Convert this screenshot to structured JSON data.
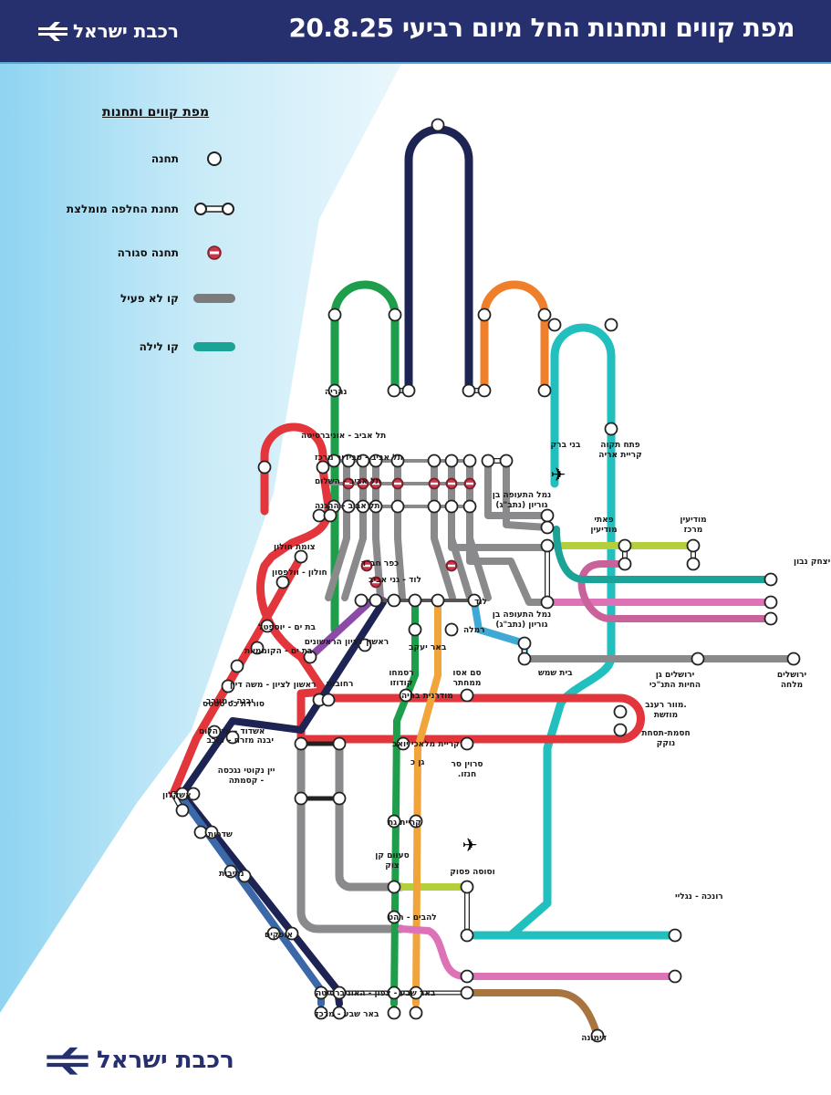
{
  "header": {
    "title": "מפת קווים ותחנות החל מיום רביעי 20.8.25",
    "brand": "רכבת ישראל",
    "background_color": "#27306e"
  },
  "footer": {
    "brand": "רכבת ישראל"
  },
  "legend": {
    "title": "מפת קווים ותחנות",
    "items": [
      {
        "symbol": "station",
        "label": "תחנה"
      },
      {
        "symbol": "interchange",
        "label": "תחנת החלפה מומלצת"
      },
      {
        "symbol": "closed-station",
        "label": "תחנה סגורה"
      },
      {
        "symbol": "inactive-line",
        "label": "קו לא פעיל",
        "color": "#7b7b7e"
      },
      {
        "symbol": "night-line",
        "label": "קו לילה",
        "color": "#1aa396"
      }
    ]
  },
  "colors": {
    "red": "#e2363c",
    "green": "#1e9e4a",
    "navy": "#1d2453",
    "orange": "#f07f2c",
    "teal": "#21bfbd",
    "gray": "#8a8a8c",
    "lime": "#b4cf3c",
    "pink": "#de72b6",
    "mauve": "#c9629b",
    "darkteal": "#1aa396",
    "purple": "#8a4aa6",
    "lightblue": "#3fa9d6",
    "steelblue": "#3b68a8",
    "ochre": "#f0a43a",
    "brown": "#a87440",
    "closed": "#c8384a"
  },
  "stations": [
    {
      "name": "נהריה",
      "label": "נהריה"
    },
    {
      "name": "תל אביב - אוניברסיטה",
      "label": "תל אביב - אוניברסיטה"
    },
    {
      "name": "תל אביב - סבידור מרכז",
      "label": "תל אביב - סבידור מרכז"
    },
    {
      "name": "תל אביב - השלום",
      "label": "תל אביב - השלום"
    },
    {
      "name": "תל אביב - ההגנה",
      "label": "תל אביב - ההגנה"
    },
    {
      "name": "צומת חולון",
      "label": "צומת חולון"
    },
    {
      "name": "חולון - וולפסון",
      "label": "חולון - וולפסון"
    },
    {
      "name": "בת ים - יוספטל",
      "label": "בת ים - יוספטל"
    },
    {
      "name": "בת ים - הקוממיות",
      "label": "בת ים - הקוממיות"
    },
    {
      "name": "ראשון לציון - משה דיין",
      "label": "ראשון לציון - משה דיין"
    },
    {
      "name": "ראשון לציון הראשונים",
      "label": "ראשון לציון הראשונים"
    },
    {
      "name": "יבנה - מערב",
      "label": "יבנה - מערב"
    },
    {
      "name": "אשדוד - עד הלום",
      "label": "אשדוד - עד הלום"
    },
    {
      "name": "אשקלון",
      "label": "אשקלון"
    },
    {
      "name": "שדרות",
      "label": "שדרות"
    },
    {
      "name": "נתיבות",
      "label": "נתיבות"
    },
    {
      "name": "אופקים",
      "label": "אופקים"
    },
    {
      "name": "באר שבע - צפון - האוניברסיטה",
      "label": "באר שבע - צפון - האוניברסיטה"
    },
    {
      "name": "באר שבע - מרכז",
      "label": "באר שבע - מרכז"
    },
    {
      "name": "כפר חב\"ד",
      "label": "כפר חב\"ד"
    },
    {
      "name": "לוד - גני אביב",
      "label": "לוד - גני אביב"
    },
    {
      "name": "לוד",
      "label": "לוד"
    },
    {
      "name": "רמלה",
      "label": "רמלה"
    },
    {
      "name": "בית שמש",
      "label": "בית שמש"
    },
    {
      "name": "באר יעקב",
      "label": "באר יעקב"
    },
    {
      "name": "רחובות",
      "label": "רחובות"
    },
    {
      "name": "סורדת כס ססטס",
      "label": "סורדת כס ססטס"
    },
    {
      "name": "יבנה - מזרח - קוכב",
      "label": "יבנה מזרח - קוכב"
    },
    {
      "name": "יין נקוטי נגכסה - קסמתה",
      "label": "יין נקוטי נגכסה - קסמתה"
    },
    {
      "name": "רסמחו קודוזו",
      "label": "רסמחו קודוזו"
    },
    {
      "name": "סם אסו ממחתר",
      "label": "סם אסו ממחתר"
    },
    {
      "name": "מודרנית בחיה",
      "label": "מודרנית בחיה"
    },
    {
      "name": "קרית מלאכי יואב",
      "label": "קריית מלאכי יואב"
    },
    {
      "name": "גן כ",
      "label": "גן כ"
    },
    {
      "name": "סרוין סר חנזו",
      "label": "סרוין סר חנזו."
    },
    {
      "name": "מוור רענב מוזשת",
      "label": ".מוור רענב מוזשת"
    },
    {
      "name": "חסמת-תסחת נוקק",
      "label": "חסמת-תסחת נוקק"
    },
    {
      "name": "קריית גת",
      "label": "קריית גת"
    },
    {
      "name": "סעוום קן צוק",
      "label": "סעוום קן צוק"
    },
    {
      "name": "וסוסה פסוק",
      "label": "וסוסה פסוק"
    },
    {
      "name": "להבים - רהט",
      "label": "להבים - רהט"
    },
    {
      "name": "רונכה - נגליי",
      "label": "רונכה - נגליי"
    },
    {
      "name": "דימונה",
      "label": "דימונה"
    },
    {
      "name": "בני ברק",
      "label": "בני ברק"
    },
    {
      "name": "פתח תקוה קריית אריה",
      "label": "פתח תקוה קריית אריה"
    },
    {
      "name": "נמל התעופה בן גוריון (נתב\"ג)",
      "label": "נמל התעופה בן גוריון (נתב\"ג)"
    },
    {
      "name": "פאתי מודיעין",
      "label": "פאתי מודיעין"
    },
    {
      "name": "מודיעין מרכז",
      "label": "מודיעין מרכז"
    },
    {
      "name": "ירושלים - יצחק נבון",
      "label": "ירושלים - יצחק נבון"
    },
    {
      "name": "ירושלים גן החיות התנ\"כי",
      "label": "ירושלים גן החיות התנ\"כי"
    },
    {
      "name": "ירושלים מלחה",
      "label": "ירושלים מלחה"
    }
  ]
}
